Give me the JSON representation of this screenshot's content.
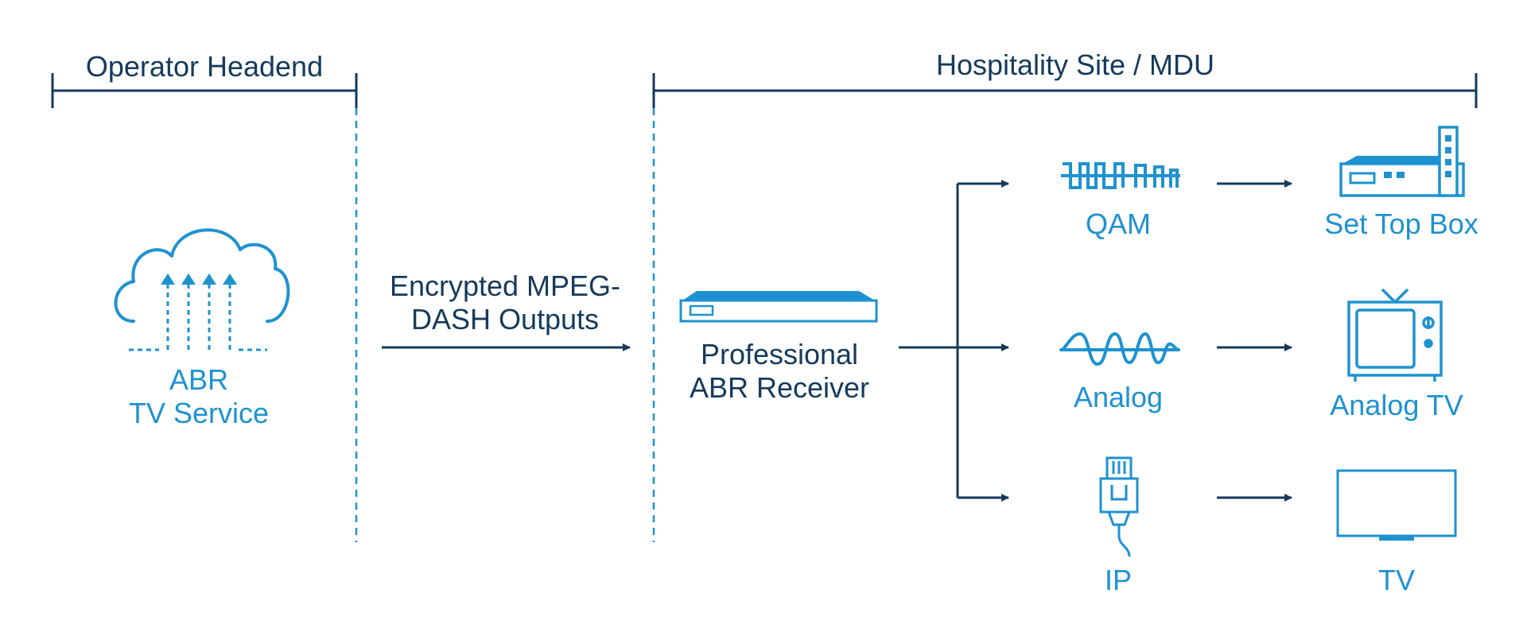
{
  "colors": {
    "dark": "#153a5b",
    "accent": "#1e92d0"
  },
  "sections": {
    "headend": "Operator Headend",
    "site": "Hospitality Site / MDU"
  },
  "source": {
    "icon": "cloud-upload-icon",
    "line1": "ABR",
    "line2": "TV Service"
  },
  "link": {
    "line1": "Encrypted MPEG-",
    "line2": "DASH Outputs"
  },
  "receiver": {
    "icon": "rack-receiver-icon",
    "line1": "Professional",
    "line2": "ABR Receiver"
  },
  "outputs": [
    {
      "signal": "QAM",
      "signal_icon": "qam-waveform-icon",
      "device": "Set Top Box",
      "device_icon": "set-top-box-icon"
    },
    {
      "signal": "Analog",
      "signal_icon": "analog-waveform-icon",
      "device": "Analog TV",
      "device_icon": "analog-tv-icon"
    },
    {
      "signal": "IP",
      "signal_icon": "ethernet-plug-icon",
      "device": "TV",
      "device_icon": "flat-tv-icon"
    }
  ]
}
